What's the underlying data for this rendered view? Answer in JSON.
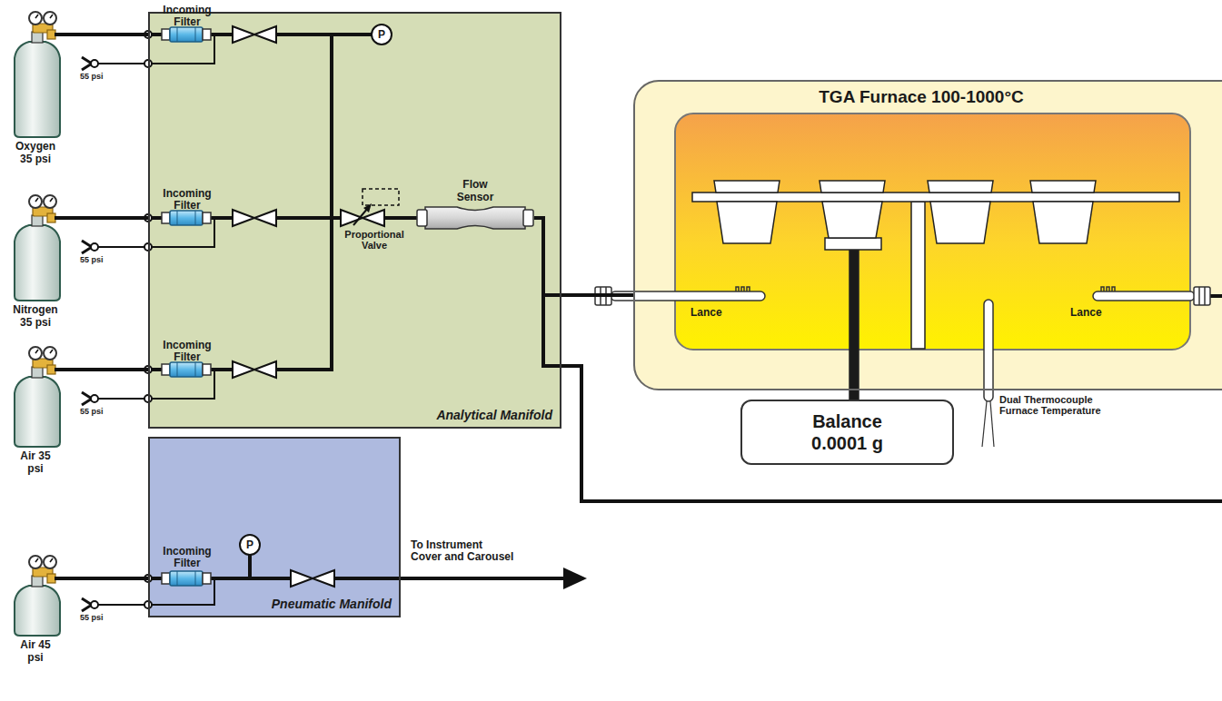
{
  "diagram": {
    "nodes": [
      {
        "text": [
          "Oxygen 35 psi"
        ]
      },
      {
        "text": [
          "Nitrogen 35 psi"
        ]
      },
      {
        "text": [
          "Air 35 psi"
        ]
      },
      {
        "text": [
          "Analytical Manifold"
        ]
      },
      {
        "text": [
          "Flow Sensor"
        ],
        "in": 3
      },
      {
        "text": [
          "TGA Furnace 100-1000°C"
        ]
      },
      {
        "text": [
          "Balance",
          "0.0001 g"
        ]
      },
      {
        "text": [
          "Air 45 psi"
        ]
      },
      {
        "text": [
          "Pneumatic Manifold"
        ]
      }
    ],
    "edges": [
      {
        "from": 0,
        "to": 3,
        "arrow": "none"
      },
      {
        "from": 1,
        "to": 3,
        "arrow": "none"
      },
      {
        "from": 2,
        "to": 3,
        "arrow": "none"
      },
      {
        "from": 4,
        "to": 5,
        "arrow": "none"
      },
      {
        "from": 7,
        "to": 8,
        "arrow": "none"
      }
    ],
    "labels": [
      "Incoming Filter",
      "55 psi",
      "P",
      "Incoming Filter",
      "55 psi",
      "Proportional Valve",
      "Incoming Filter",
      "55 psi",
      "Lance",
      "Lance",
      "Dual Thermocouple Furnace Temperature",
      "Incoming Filter",
      "P",
      "To Instrument Cover and Carousel",
      "55 psi"
    ]
  }
}
